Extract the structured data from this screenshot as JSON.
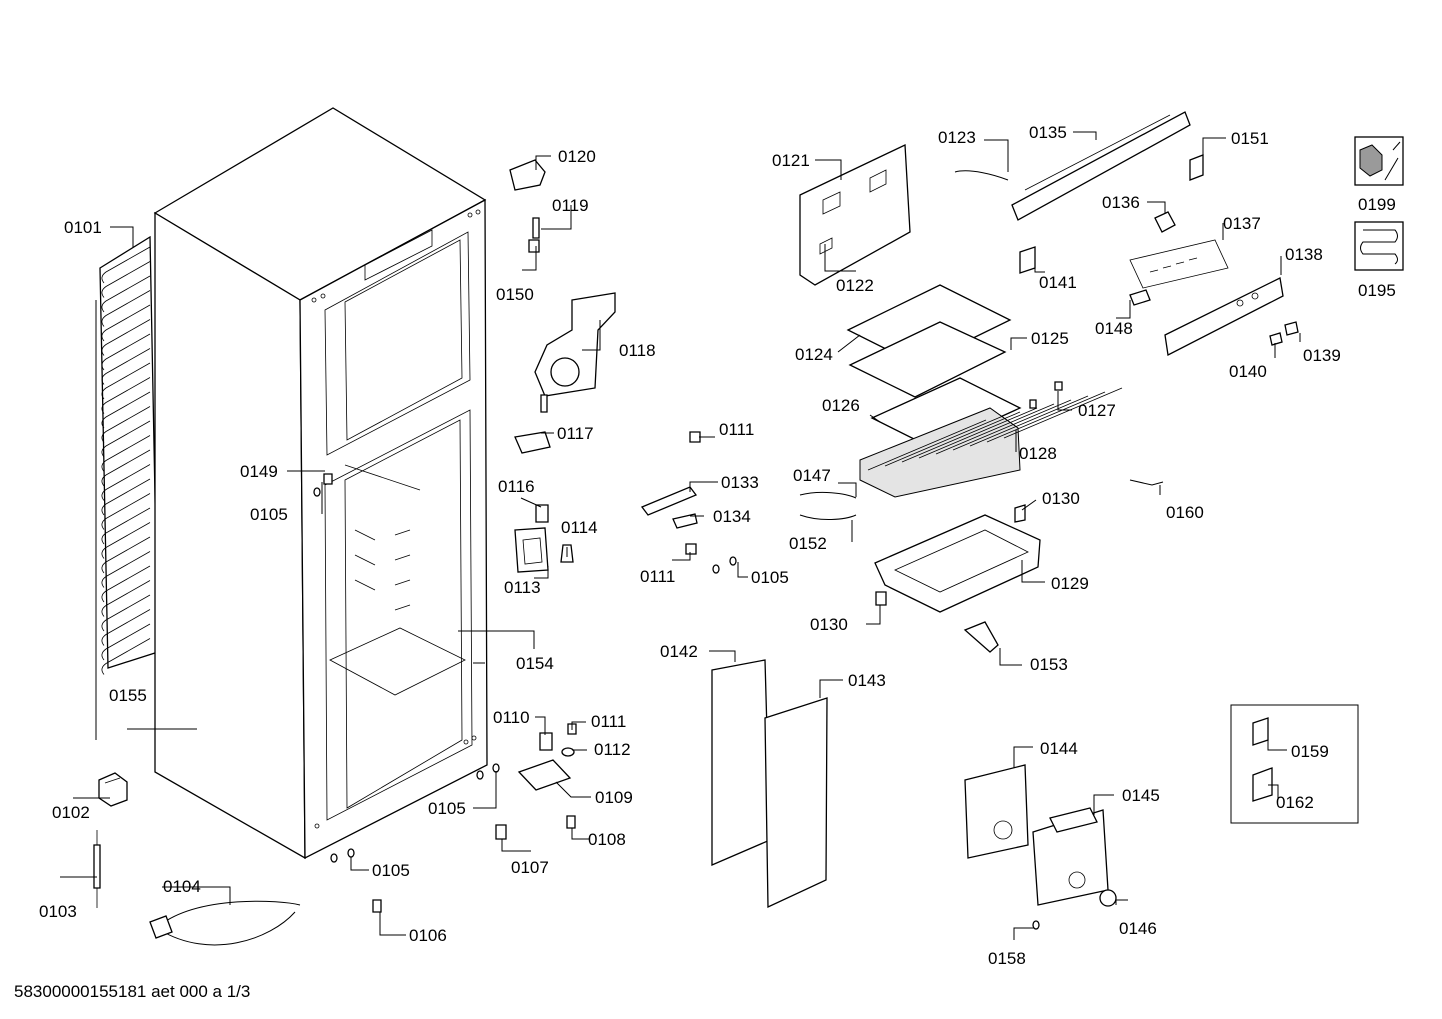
{
  "footer": "58300000155181 aet 000 a 1/3",
  "labels": {
    "p0101": "0101",
    "p0102": "0102",
    "p0103": "0103",
    "p0104": "0104",
    "p0105a": "0105",
    "p0105b": "0105",
    "p0105c": "0105",
    "p0105d": "0105",
    "p0106": "0106",
    "p0107": "0107",
    "p0108": "0108",
    "p0109": "0109",
    "p0110": "0110",
    "p0111a": "0111",
    "p0111b": "0111",
    "p0111c": "0111",
    "p0112": "0112",
    "p0113": "0113",
    "p0114": "0114",
    "p0116": "0116",
    "p0117": "0117",
    "p0118": "0118",
    "p0119": "0119",
    "p0120": "0120",
    "p0121": "0121",
    "p0122": "0122",
    "p0123": "0123",
    "p0124": "0124",
    "p0125": "0125",
    "p0126": "0126",
    "p0127": "0127",
    "p0128": "0128",
    "p0129": "0129",
    "p0130a": "0130",
    "p0130b": "0130",
    "p0133": "0133",
    "p0134": "0134",
    "p0135": "0135",
    "p0136": "0136",
    "p0137": "0137",
    "p0138": "0138",
    "p0139": "0139",
    "p0140": "0140",
    "p0141": "0141",
    "p0142": "0142",
    "p0143": "0143",
    "p0144": "0144",
    "p0145": "0145",
    "p0146": "0146",
    "p0147": "0147",
    "p0148": "0148",
    "p0149": "0149",
    "p0150": "0150",
    "p0151": "0151",
    "p0152": "0152",
    "p0153": "0153",
    "p0154": "0154",
    "p0155": "0155",
    "p0158": "0158",
    "p0159": "0159",
    "p0160": "0160",
    "p0162": "0162",
    "p0195": "0195",
    "p0199": "0199"
  }
}
